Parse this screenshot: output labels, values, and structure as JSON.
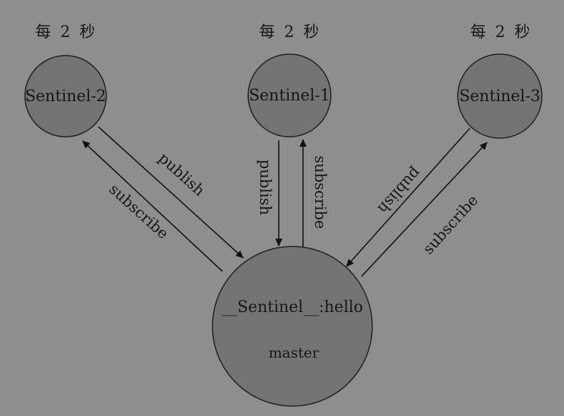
{
  "nodes": {
    "sentinel_2": {
      "label": "Sentinel-2",
      "interval": "每 2 秒"
    },
    "sentinel_1": {
      "label": "Sentinel-1",
      "interval": "每 2 秒"
    },
    "sentinel_3": {
      "label": "Sentinel-3",
      "interval": "每 2 秒"
    },
    "master": {
      "channel": "__Sentinel__:hello",
      "label": "master"
    }
  },
  "edges": {
    "publish": "publish",
    "subscribe": "subscribe"
  },
  "colors": {
    "background": "#8e8e8e",
    "node_fill": "#747474",
    "node_stroke": "#1e1e1e",
    "arrow": "#111111",
    "text": "#161616"
  }
}
